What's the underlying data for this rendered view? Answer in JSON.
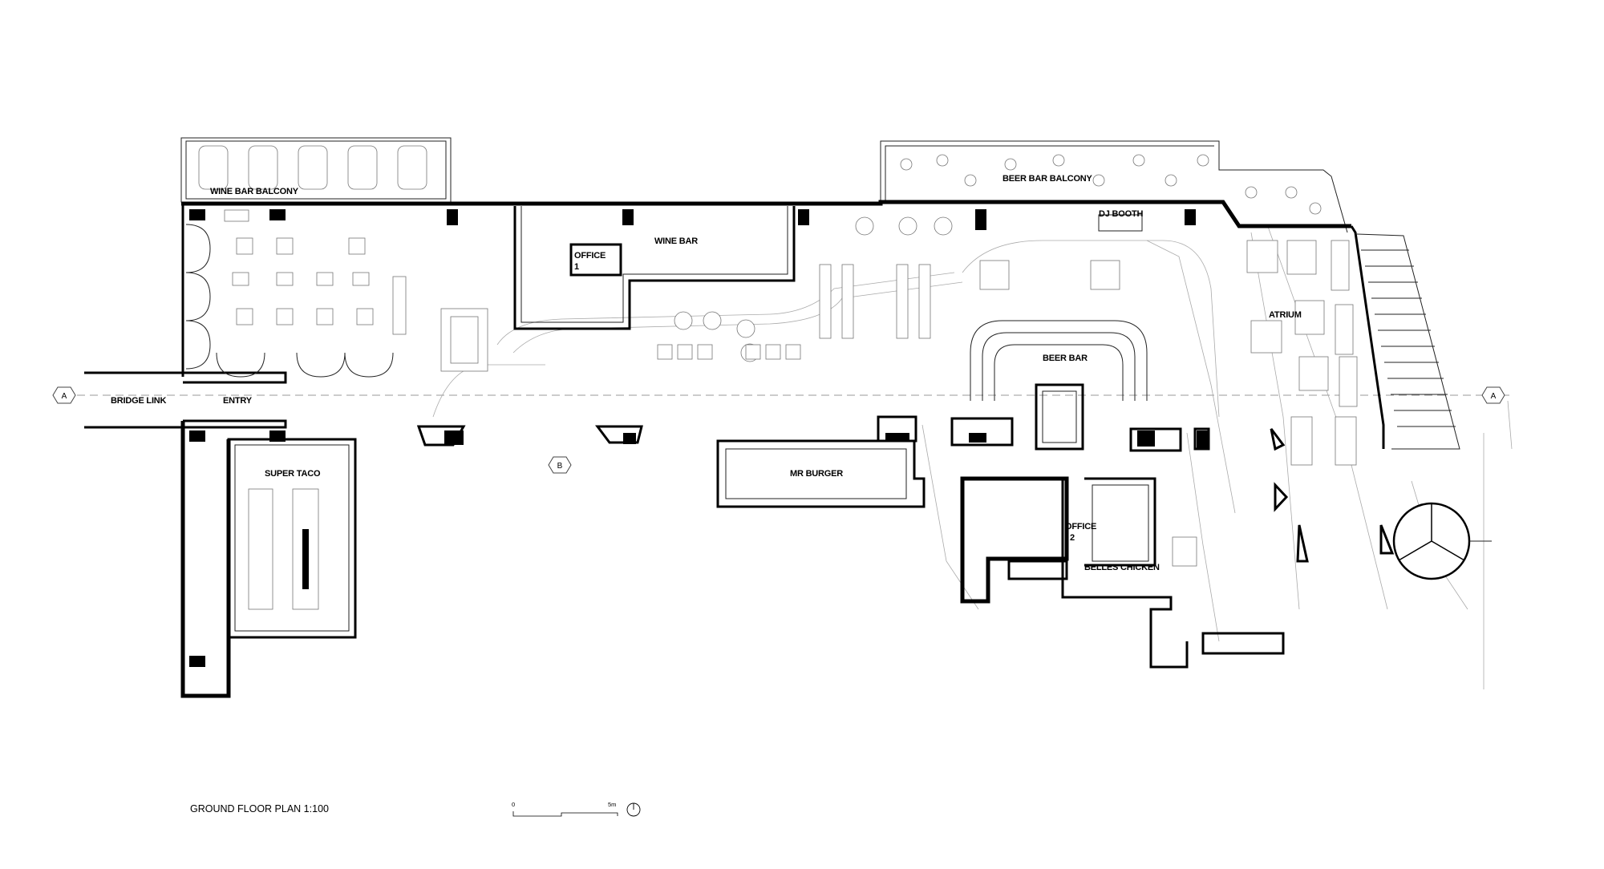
{
  "drawing": {
    "title": "GROUND FLOOR PLAN 1:100",
    "scale_bar": {
      "start_label": "0",
      "end_label": "5m"
    }
  },
  "section_markers": {
    "a_left": "A",
    "a_right": "A",
    "b": "B"
  },
  "rooms": {
    "wine_bar_balcony": "WINE BAR BALCONY",
    "wine_bar": "WINE BAR",
    "office_1_line1": "OFFICE",
    "office_1_line2": "1",
    "beer_bar_balcony": "BEER BAR BALCONY",
    "dj_booth": "DJ BOOTH",
    "atrium": "ATRIUM",
    "beer_bar": "BEER BAR",
    "bridge_link": "BRIDGE LINK",
    "entry": "ENTRY",
    "super_taco": "SUPER TACO",
    "mr_burger": "MR BURGER",
    "office_2_line1": "OFFICE",
    "office_2_line2": "2",
    "belles_chicken": "BELLES CHICKEN"
  },
  "colors": {
    "wall": "#000000",
    "linework": "#222222",
    "faint": "#aaaaaa",
    "section_line": "#999999"
  }
}
